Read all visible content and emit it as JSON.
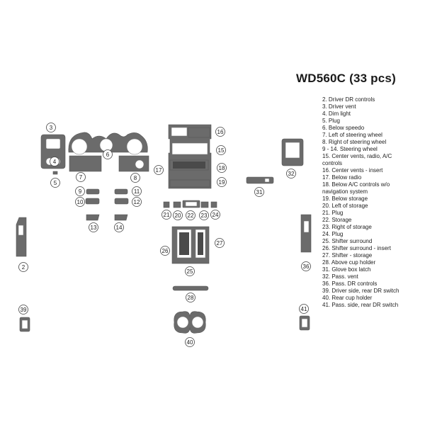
{
  "title": "WD560C (33 pcs)",
  "legend": [
    "2. Driver DR controls",
    "3. Driver vent",
    "4. Dim light",
    "5. Plug",
    "6. Below speedo",
    "7. Left of steering wheel",
    "8. Right of steering wheel",
    "9 - 14. Steering wheel",
    "15. Center vents, radio, A/C",
    "controls",
    "16. Center vents - insert",
    "17. Below radio",
    "18. Below A/C controls w/o",
    "navigation system",
    "19. Below storage",
    "20. Left of storage",
    "21. Plug",
    "22. Storage",
    "23. Right of storage",
    "24. Plug",
    "25. Shifter surround",
    "26. Shifter surround - insert",
    "27. Shifter - storage",
    "28. Above cup holder",
    "31. Glove box latch",
    "32. Pass. vent",
    "36. Pass. DR controls",
    "39. Driver side, rear DR switch",
    "40. Rear cup holder",
    "41. Pass. side, rear DR switch"
  ],
  "callouts": [
    "3",
    "4",
    "5",
    "6",
    "7",
    "8",
    "9",
    "10",
    "11",
    "12",
    "13",
    "14",
    "15",
    "16",
    "17",
    "18",
    "19",
    "2",
    "21",
    "20",
    "22",
    "23",
    "24",
    "26",
    "27",
    "25",
    "28",
    "39",
    "40",
    "41",
    "31",
    "32",
    "36"
  ]
}
